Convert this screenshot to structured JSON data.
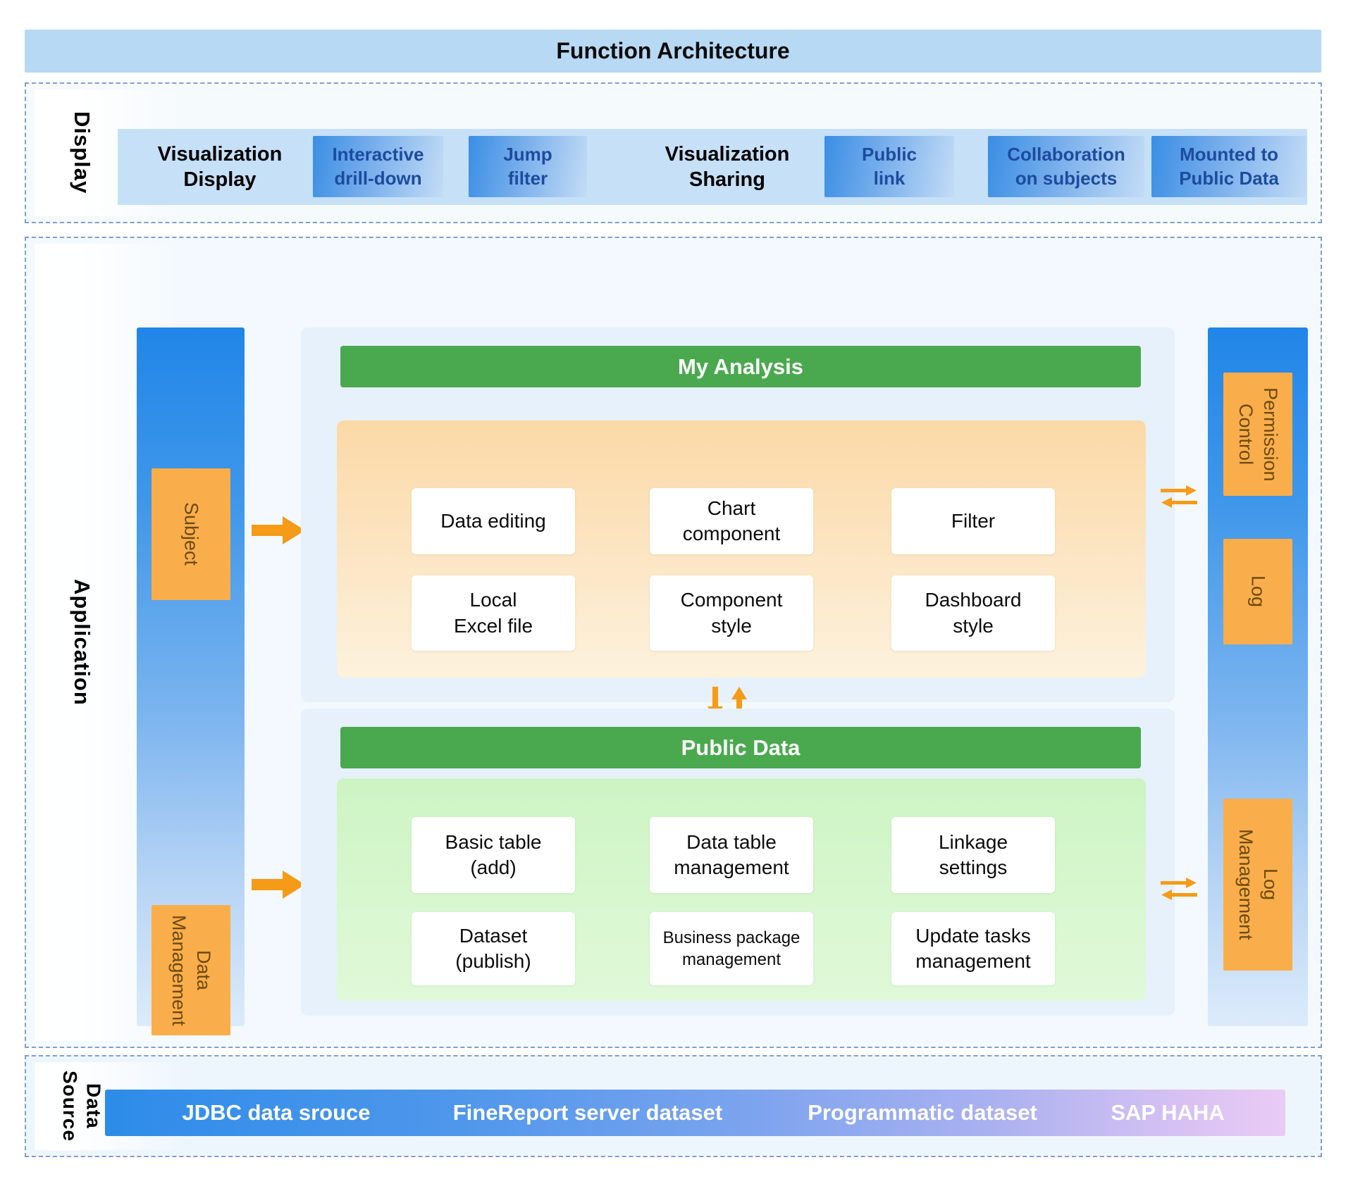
{
  "title": "Function Architecture",
  "display": {
    "label": "Display",
    "groups": [
      {
        "heading": "Visualization\nDisplay",
        "boxes": [
          "Interactive\ndrill-down",
          "Jump\nfilter"
        ]
      },
      {
        "heading": "Visualization\nSharing",
        "boxes": [
          "Public\nlink",
          "Collaboration\non subjects",
          "Mounted to\nPublic Data"
        ]
      }
    ]
  },
  "application": {
    "label": "Application",
    "left_rail": [
      "Subject",
      "Data\nManagement"
    ],
    "right_rail": [
      "Permission\nControl",
      "Log",
      "Log\nManagement"
    ],
    "panels": [
      {
        "title": "My Analysis",
        "cells": [
          "Data editing",
          "Chart\ncomponent",
          "Filter",
          "Local\nExcel file",
          "Component\nstyle",
          "Dashboard\nstyle"
        ]
      },
      {
        "title": "Public Data",
        "cells": [
          "Basic table\n(add)",
          "Data table\nmanagement",
          "Linkage\nsettings",
          "Dataset\n(publish)",
          "Business package\nmanagement",
          "Update tasks\nmanagement"
        ]
      }
    ]
  },
  "data_source": {
    "label": "Data\nSource",
    "items": [
      "JDBC data srouce",
      "FineReport server dataset",
      "Programmatic dataset",
      "SAP HAHA"
    ]
  },
  "colors": {
    "header_bg": "#b7d9f4",
    "display_row_bg": "#c6e0f7",
    "display_box_gradient": [
      "#3a8ee4",
      "#c3dcf6"
    ],
    "display_box_text": "#1d4b9e",
    "rail_gradient": [
      "#2186e8",
      "#dcebfa"
    ],
    "orange_box": "#f9ae4b",
    "orange_box_text": "#6d4a10",
    "arrow_orange": "#f59b17",
    "green_header": "#4aa94e",
    "orange_panel": [
      "#fbd9a6",
      "#fdf2dd"
    ],
    "green_panel": [
      "#cdf4c3",
      "#e0f9d9"
    ],
    "center_panel_bg": "#e6f1fb",
    "dashed_border": "#7f9ecf",
    "datasource_gradient": [
      "#2d8ce9",
      "#e9ccf5"
    ]
  }
}
